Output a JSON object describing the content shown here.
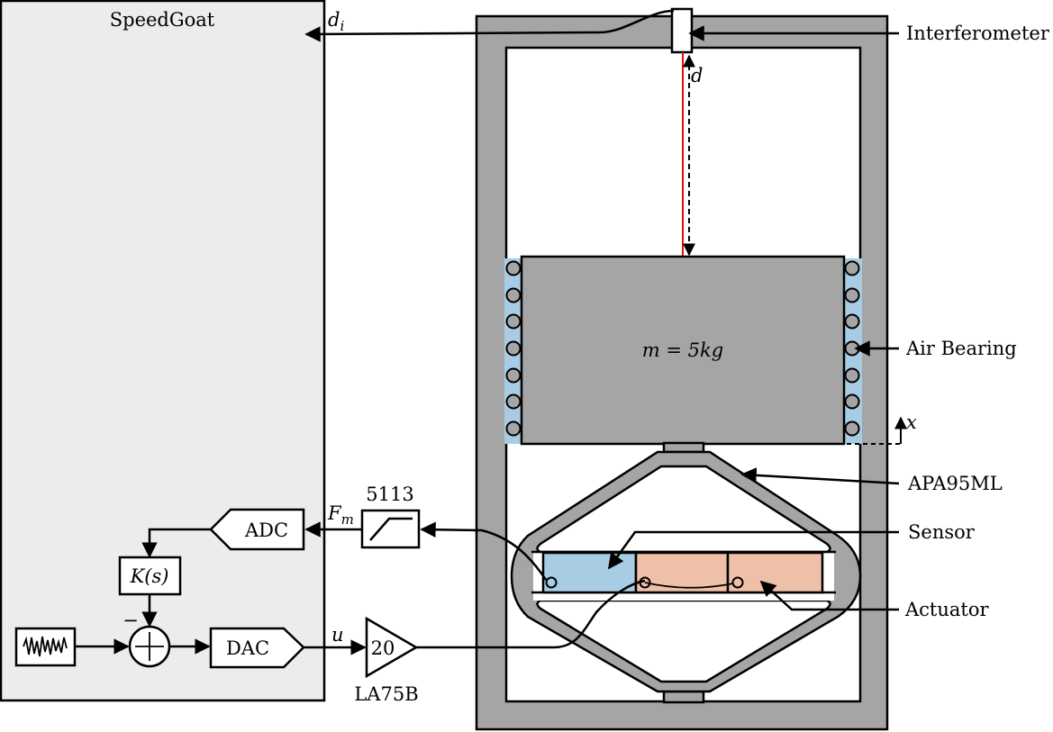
{
  "speedgoat": {
    "title": "SpeedGoat"
  },
  "signals": {
    "d_i": "d",
    "d_i_sub": "i",
    "d": "d",
    "x": "x",
    "F_m": "F",
    "F_m_sub": "m",
    "u": "u"
  },
  "blocks": {
    "adc": "ADC",
    "dac": "DAC",
    "controller": "K(s)",
    "sum_minus": "−",
    "filter_label": "5113",
    "amp_gain": "20",
    "amp_label": "LA75B"
  },
  "mass": {
    "label": "m = 5kg"
  },
  "callouts": {
    "interferometer": "Interferometer",
    "air_bearing": "Air Bearing",
    "apa": "APA95ML",
    "sensor": "Sensor",
    "actuator": "Actuator"
  },
  "colors": {
    "speedgoat_fill": "#ececec",
    "frame_gray": "#a5a5a5",
    "bearing_blue": "#a8cce4",
    "actuator_salmon": "#efc0a8",
    "laser_red": "#dd1111"
  }
}
